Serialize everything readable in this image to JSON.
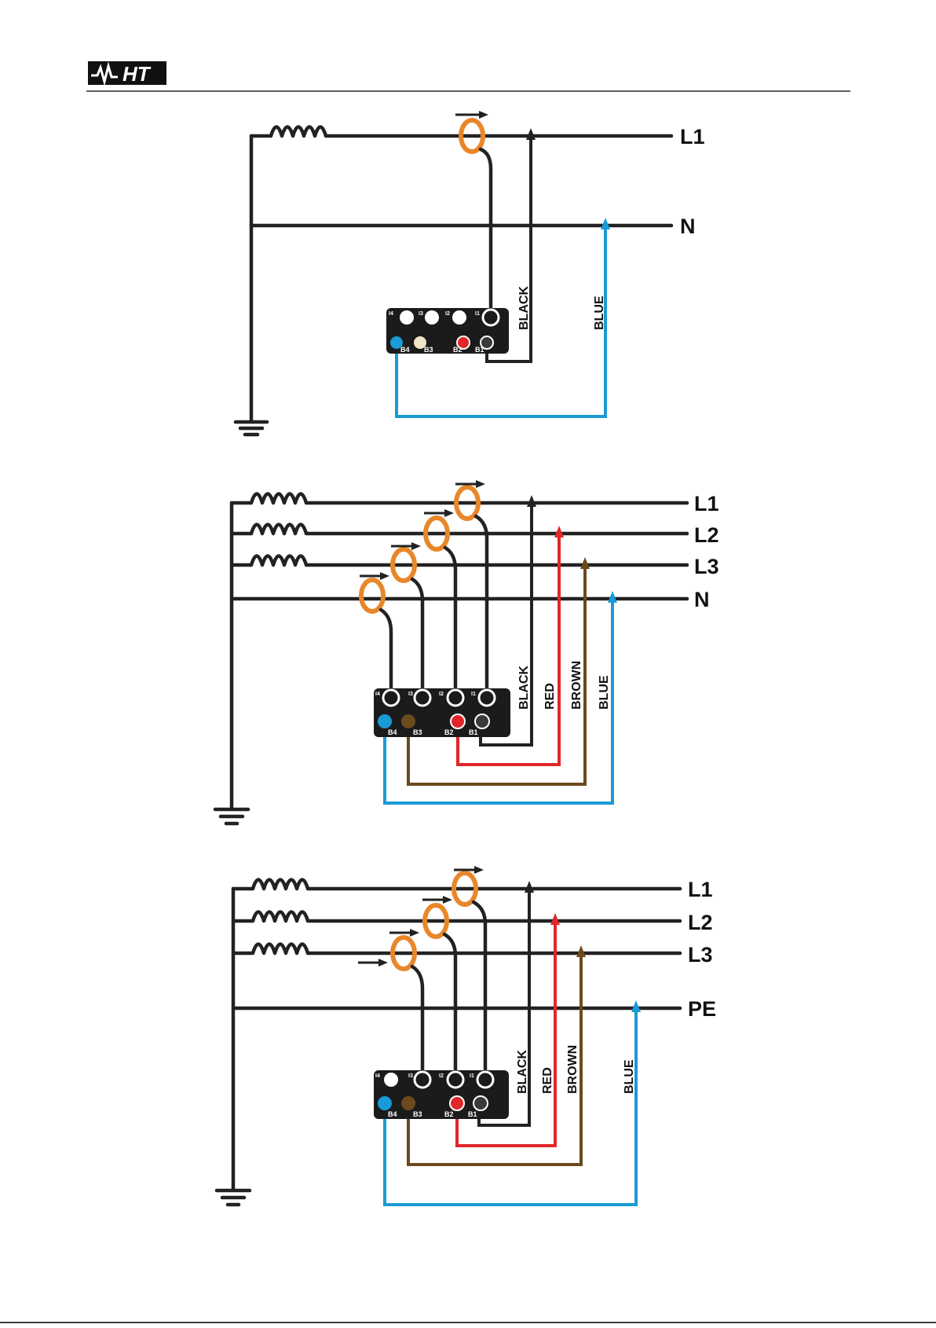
{
  "header": {
    "logo_text": "HT"
  },
  "colors": {
    "black_wire": "#222222",
    "blue_wire": "#1a9ad6",
    "red_wire": "#e0262a",
    "brown_wire": "#6b4a1c",
    "clamp": "#e8872a"
  },
  "diagrams": [
    {
      "lines": [
        "L1",
        "N"
      ],
      "wires": [
        "BLACK",
        "BLUE"
      ],
      "inputs": [
        "I4",
        "I3",
        "I2",
        "I1",
        "B4",
        "B3",
        "B2",
        "B1"
      ]
    },
    {
      "lines": [
        "L1",
        "L2",
        "L3",
        "N"
      ],
      "wires": [
        "BLACK",
        "RED",
        "BROWN",
        "BLUE"
      ],
      "inputs": [
        "I4",
        "I3",
        "I2",
        "I1",
        "B4",
        "B3",
        "B2",
        "B1"
      ]
    },
    {
      "lines": [
        "L1",
        "L2",
        "L3",
        "PE"
      ],
      "wires": [
        "BLACK",
        "RED",
        "BROWN",
        "BLUE"
      ],
      "inputs": [
        "I4",
        "I3",
        "I2",
        "I1",
        "B4",
        "B3",
        "B2",
        "B1"
      ]
    }
  ]
}
